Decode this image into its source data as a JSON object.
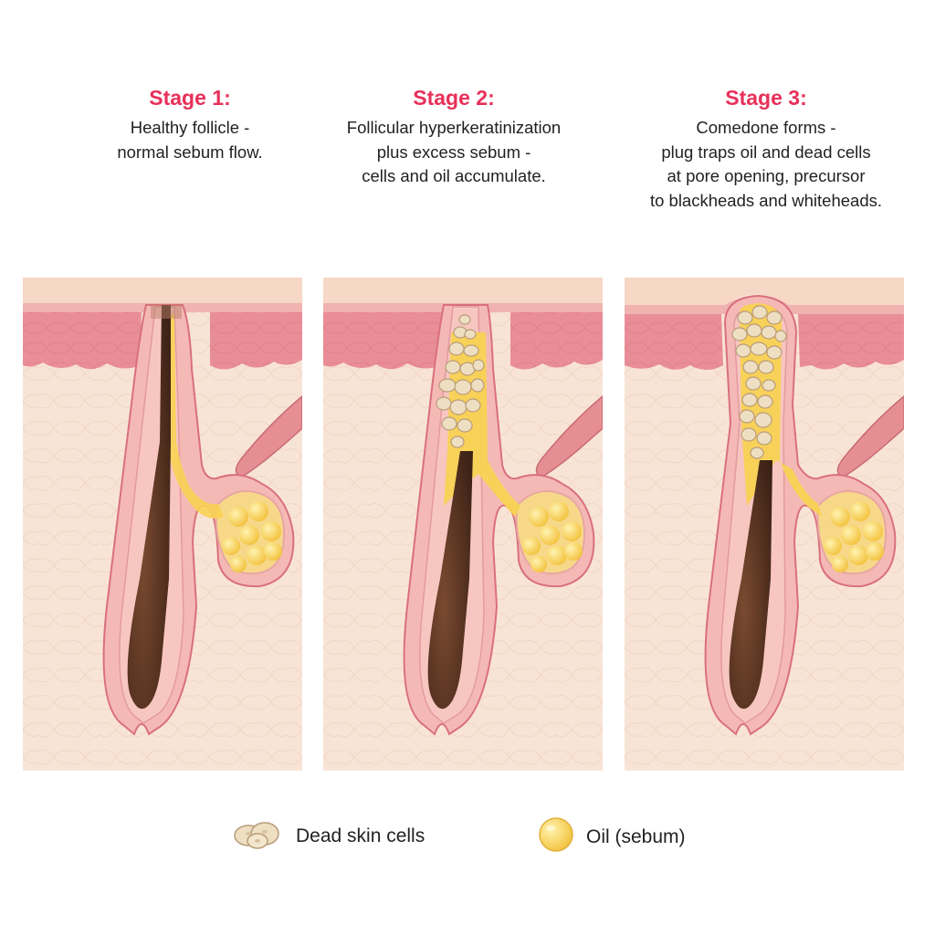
{
  "stages": [
    {
      "title": "Stage 1:",
      "lines": [
        "Healthy follicle -",
        "normal sebum flow."
      ]
    },
    {
      "title": "Stage 2:",
      "lines": [
        "Follicular hyperkeratinization",
        "plus excess sebum -",
        "cells and oil accumulate."
      ]
    },
    {
      "title": "Stage 3:",
      "lines": [
        "Comedone forms -",
        "plug traps oil and dead cells",
        "at pore opening, precursor",
        "to blackheads and whiteheads."
      ]
    }
  ],
  "legend": {
    "dead_cells": {
      "label": "Dead skin cells",
      "icon": "dead-skin-cells-icon"
    },
    "oil": {
      "label": "Oil (sebum)",
      "icon": "sebum-droplet-icon"
    }
  },
  "colors": {
    "title": "#e8305a",
    "skin_background": "#f8e4d6",
    "epidermis": "#e98e98",
    "follicle_wall": "#e3848e",
    "hair": "#5a3322",
    "sebum": "#f8d253",
    "dead_cells": "#eedfc2"
  }
}
